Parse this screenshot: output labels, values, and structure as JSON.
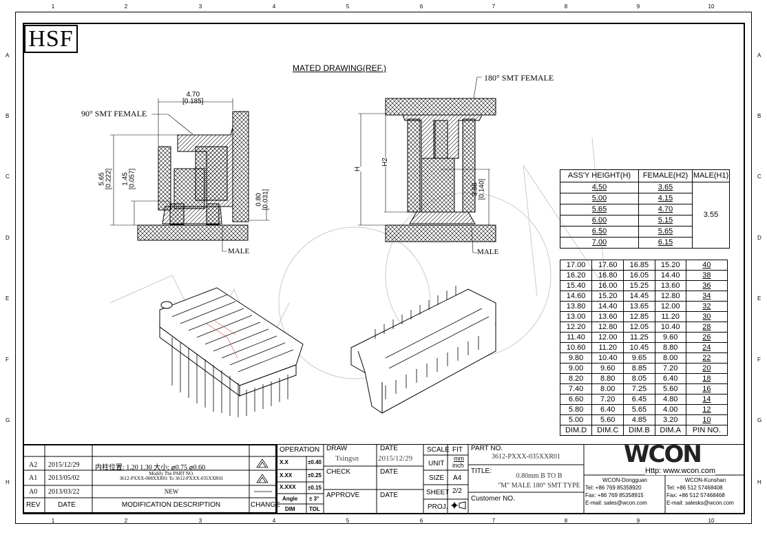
{
  "frame": {
    "columns": [
      "1",
      "2",
      "3",
      "4",
      "5",
      "6",
      "7",
      "8",
      "9",
      "10"
    ],
    "rows": [
      "A",
      "B",
      "C",
      "D",
      "E",
      "F",
      "G",
      "H"
    ],
    "logo": "HSF"
  },
  "drawing": {
    "title": "MATED DRAWING(REF.)",
    "left_view": {
      "label_female": "90° SMT FEMALE",
      "label_male": "MALE",
      "dim_width": "4.70",
      "dim_width_in": "[0.185]",
      "dim_height": "5.65",
      "dim_height_in": "[0.222]",
      "dim_mid": "1.45",
      "dim_mid_in": "[0.057]",
      "dim_small": "0.80",
      "dim_small_in": "[0.031]"
    },
    "right_view": {
      "label_female": "180° SMT FEMALE",
      "label_male": "MALE",
      "dim_h": "H",
      "dim_h2": "H2",
      "dim_male": "3.55",
      "dim_male_in": "[0.140]"
    },
    "watermark": "WCON"
  },
  "height_table": {
    "headers": [
      "ASS'Y HEIGHT(H)",
      "FEMALE(H2)",
      "MALE(H1)"
    ],
    "rows": [
      [
        "4.50",
        "3.65"
      ],
      [
        "5.00",
        "4.15"
      ],
      [
        "5.65",
        "4.70"
      ],
      [
        "6.00",
        "5.15"
      ],
      [
        "6.50",
        "5.65"
      ],
      [
        "7.00",
        "6.15"
      ]
    ],
    "male_value": "3.55"
  },
  "pin_table": {
    "rows": [
      [
        "17.00",
        "17.60",
        "16.85",
        "15.20",
        "40"
      ],
      [
        "16.20",
        "16.80",
        "16.05",
        "14.40",
        "38"
      ],
      [
        "15.40",
        "16.00",
        "15.25",
        "13.60",
        "36"
      ],
      [
        "14.60",
        "15.20",
        "14.45",
        "12.80",
        "34"
      ],
      [
        "13.80",
        "14.40",
        "13.65",
        "12.00",
        "32"
      ],
      [
        "13.00",
        "13.60",
        "12.85",
        "11.20",
        "30"
      ],
      [
        "12.20",
        "12.80",
        "12.05",
        "10.40",
        "28"
      ],
      [
        "11.40",
        "12.00",
        "11.25",
        "9.60",
        "26"
      ],
      [
        "10.60",
        "11.20",
        "10.45",
        "8.80",
        "24"
      ],
      [
        "9.80",
        "10.40",
        "9.65",
        "8.00",
        "22"
      ],
      [
        "9.00",
        "9.60",
        "8.85",
        "7.20",
        "20"
      ],
      [
        "8.20",
        "8.80",
        "8.05",
        "6.40",
        "18"
      ],
      [
        "7.40",
        "8.00",
        "7.25",
        "5.60",
        "16"
      ],
      [
        "6.60",
        "7.20",
        "6.45",
        "4.80",
        "14"
      ],
      [
        "5.80",
        "6.40",
        "5.65",
        "4.00",
        "12"
      ],
      [
        "5.00",
        "5.60",
        "4.85",
        "3.20",
        "10"
      ]
    ],
    "headers": [
      "DIM.D",
      "DIM.C",
      "DIM.B",
      "DIM.A",
      "PIN NO."
    ]
  },
  "revisions": {
    "rows": [
      {
        "rev": "A2",
        "date": "2015/12/29",
        "desc": "内柱位置: 1.20   1.30  大小: ⌀0.75  ⌀0.60",
        "change": "A2"
      },
      {
        "rev": "A1",
        "date": "2013/05/02",
        "desc1": "Modify The PART NO.",
        "desc2": "3612-PXXX-008XXR01 To 3612-PXXX-035XXR01",
        "change": "A1"
      },
      {
        "rev": "A0",
        "date": "2013/03/22",
        "desc": "NEW"
      }
    ],
    "headers": {
      "rev": "REV",
      "date": "DATE",
      "desc": "MODIFICATION  DESCRIPTION",
      "change": "CHANGE"
    }
  },
  "tolerance": {
    "title": "OPERATION",
    "rows": [
      [
        "X.X",
        "±0.40"
      ],
      [
        "X.XX",
        "±0.25"
      ],
      [
        "X.XXX",
        "±0.15"
      ],
      [
        "Angle",
        "± 3°"
      ]
    ],
    "footer": [
      "DIM",
      "TOL"
    ]
  },
  "signoff": {
    "draw": "DRAW",
    "draw_name": "Tsingsn",
    "date": "DATE",
    "draw_date": "2015/12/29",
    "check": "CHECK",
    "approve": "APPROVE"
  },
  "spec": {
    "scale": "SCALE",
    "scale_val": "FIT",
    "unit": "UNIT",
    "unit_val1": "mm",
    "unit_val2": "inch",
    "size": "SIZE",
    "size_val": "A4",
    "sheet": "SHEET",
    "sheet_val": "2/2",
    "proj": "PROJ."
  },
  "part": {
    "part_no_label": "PART NO.",
    "part_no": "3612-PXXX-035XXR01",
    "title_label": "TITLE:",
    "title1": "0.80mm B TO B",
    "title2": "\"M\" MALE 180° SMT TYPE",
    "customer_label": "Customer NO."
  },
  "company": {
    "logo": "WCON",
    "url": "Http:  www.wcon.com",
    "dongguan": {
      "name": "WCON-Dongguan",
      "tel": "Tel: +86 769 85358920",
      "fax": "Fax: +86 769 85358915",
      "email": "E-mail: sales@wcon.com"
    },
    "kunshan": {
      "name": "WCON-Kunshan",
      "tel": "Tel: +86 512 57468408",
      "fax": "Fax: +86 512 57468468",
      "email": "E-mail: salesks@wcon.com"
    }
  }
}
